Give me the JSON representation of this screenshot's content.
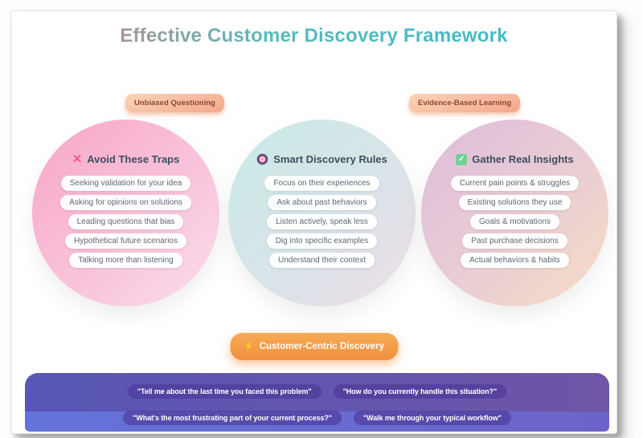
{
  "title": {
    "text": "Effective Customer Discovery Framework"
  },
  "badges": [
    {
      "label": "Unbiased Questioning"
    },
    {
      "label": "Evidence-Based Learning"
    }
  ],
  "circles": [
    {
      "icon": "x-icon",
      "icon_glyph": "✕",
      "title": "Avoid These Traps",
      "items": [
        "Seeking validation for your idea",
        "Asking for opinions on solutions",
        "Leading questions that bias",
        "Hypothetical future scenarios",
        "Talking more than listening"
      ]
    },
    {
      "icon": "target-icon",
      "title": "Smart Discovery Rules",
      "items": [
        "Focus on their experiences",
        "Ask about past behaviors",
        "Listen actively, speak less",
        "Dig into specific examples",
        "Understand their context"
      ]
    },
    {
      "icon": "check-icon",
      "icon_glyph": "✓",
      "title": "Gather Real Insights",
      "items": [
        "Current pain points & struggles",
        "Existing solutions they use",
        "Goals & motivations",
        "Past purchase decisions",
        "Actual behaviors & habits"
      ]
    }
  ],
  "cta": {
    "icon": "spark-icon",
    "icon_glyph": "⚡",
    "label": "Customer-Centric Discovery"
  },
  "quotes": {
    "row1": [
      "\"Tell me about the last time you faced this problem\"",
      "\"How do you currently handle this situation?\""
    ],
    "row2": [
      "\"What's the most frustrating part of your current process?\"",
      "\"Walk me through your typical workflow\""
    ]
  },
  "colors": {
    "title_gradient_start": "#b5908e",
    "title_gradient_end": "#3fbcc9",
    "badge_bg": "#f4a78d",
    "badge_text": "#8a4a38",
    "circle_pink": "#f8a6c6",
    "circle_teal": "#c7eae4",
    "circle_mauve": "#dcbcd9",
    "cta_orange": "#ef8f3e",
    "band_purple": "#5856b6",
    "band_light_purple": "#6373da",
    "quote_pill": "#4c3796",
    "x_icon_pink": "#ef5d85",
    "check_icon_green": "#6fd196"
  }
}
